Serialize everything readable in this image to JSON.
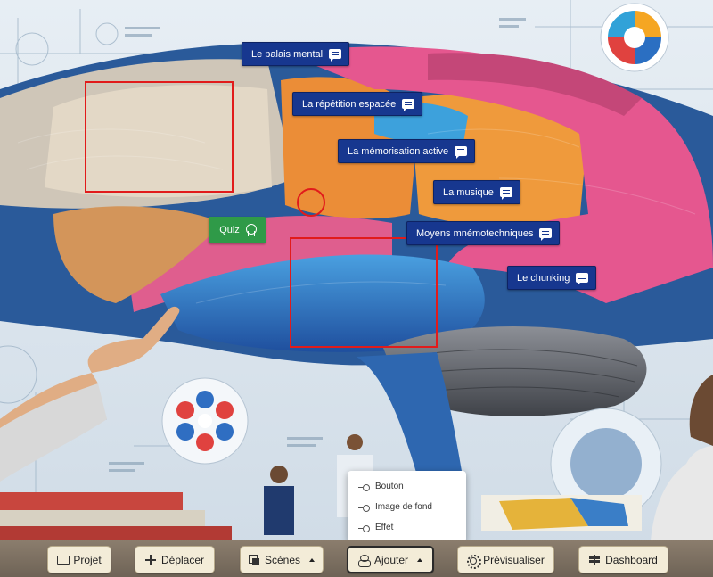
{
  "hotspots": [
    {
      "label": "Le palais mental"
    },
    {
      "label": "La répétition espacée"
    },
    {
      "label": "La mémorisation active"
    },
    {
      "label": "La musique"
    },
    {
      "label": "Moyens mnémotechniques"
    },
    {
      "label": "Le chunking"
    }
  ],
  "quiz": {
    "label": "Quiz"
  },
  "dropdown": {
    "items": [
      {
        "label": "Bouton"
      },
      {
        "label": "Image de fond"
      },
      {
        "label": "Effet"
      }
    ]
  },
  "toolbar": {
    "projet": "Projet",
    "deplacer": "Déplacer",
    "scenes": "Scènes",
    "ajouter": "Ajouter",
    "previsualiser": "Prévisualiser",
    "dashboard": "Dashboard"
  },
  "colors": {
    "tag_bg": "#17378f",
    "quiz_bg": "#2f9a48",
    "zone_border": "#e11b1b",
    "toolbar_btn": "#f3ecd8"
  }
}
